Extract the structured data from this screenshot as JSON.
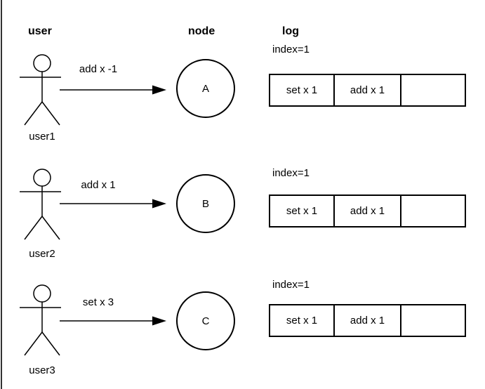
{
  "diagram": {
    "headers": [
      {
        "label": "user"
      },
      {
        "label": "node"
      },
      {
        "label": "log"
      }
    ],
    "rows": [
      {
        "user_label": "user1",
        "message": "add x -1",
        "node_label": "A",
        "log_index_label": "index=1",
        "log_cells": [
          "set x 1",
          "add x 1",
          ""
        ]
      },
      {
        "user_label": "user2",
        "message": "add x 1",
        "node_label": "B",
        "log_index_label": "index=1",
        "log_cells": [
          "set x 1",
          "add x 1",
          ""
        ]
      },
      {
        "user_label": "user3",
        "message": "set x 3",
        "node_label": "C",
        "log_index_label": "index=1",
        "log_cells": [
          "set x 1",
          "add x 1",
          ""
        ]
      }
    ],
    "colors": {
      "line": "#000000",
      "text": "#000000",
      "background": "#ffffff",
      "frame": "#333333"
    }
  }
}
